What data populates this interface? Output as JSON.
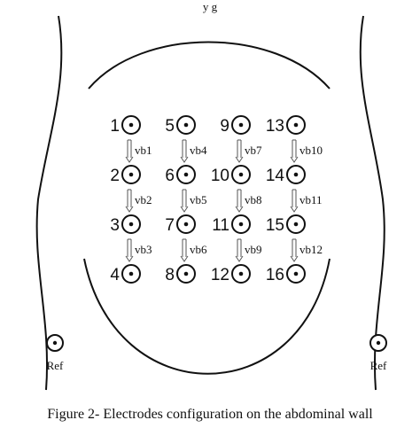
{
  "header_fragment": "y                                             g",
  "electrodes": [
    {
      "label": "1",
      "row": 0,
      "col": 0
    },
    {
      "label": "5",
      "row": 0,
      "col": 1
    },
    {
      "label": "9",
      "row": 0,
      "col": 2
    },
    {
      "label": "13",
      "row": 0,
      "col": 3
    },
    {
      "label": "2",
      "row": 1,
      "col": 0
    },
    {
      "label": "6",
      "row": 1,
      "col": 1
    },
    {
      "label": "10",
      "row": 1,
      "col": 2
    },
    {
      "label": "14",
      "row": 1,
      "col": 3
    },
    {
      "label": "3",
      "row": 2,
      "col": 0
    },
    {
      "label": "7",
      "row": 2,
      "col": 1
    },
    {
      "label": "11",
      "row": 2,
      "col": 2
    },
    {
      "label": "15",
      "row": 2,
      "col": 3
    },
    {
      "label": "4",
      "row": 3,
      "col": 0
    },
    {
      "label": "8",
      "row": 3,
      "col": 1
    },
    {
      "label": "12",
      "row": 3,
      "col": 2
    },
    {
      "label": "16",
      "row": 3,
      "col": 3
    }
  ],
  "bipolar_channels": [
    {
      "label": "vb1",
      "gap": 0,
      "col": 0
    },
    {
      "label": "vb4",
      "gap": 0,
      "col": 1
    },
    {
      "label": "vb7",
      "gap": 0,
      "col": 2
    },
    {
      "label": "vb10",
      "gap": 0,
      "col": 3
    },
    {
      "label": "vb2",
      "gap": 1,
      "col": 0
    },
    {
      "label": "vb5",
      "gap": 1,
      "col": 1
    },
    {
      "label": "vb8",
      "gap": 1,
      "col": 2
    },
    {
      "label": "vb11",
      "gap": 1,
      "col": 3
    },
    {
      "label": "vb3",
      "gap": 2,
      "col": 0
    },
    {
      "label": "vb6",
      "gap": 2,
      "col": 1
    },
    {
      "label": "vb9",
      "gap": 2,
      "col": 2
    },
    {
      "label": "vb12",
      "gap": 2,
      "col": 3
    }
  ],
  "references": [
    {
      "label": "Ref",
      "side": "left"
    },
    {
      "label": "Ref",
      "side": "right"
    }
  ],
  "caption": "Figure 2- Electrodes configuration on the abdominal wall"
}
